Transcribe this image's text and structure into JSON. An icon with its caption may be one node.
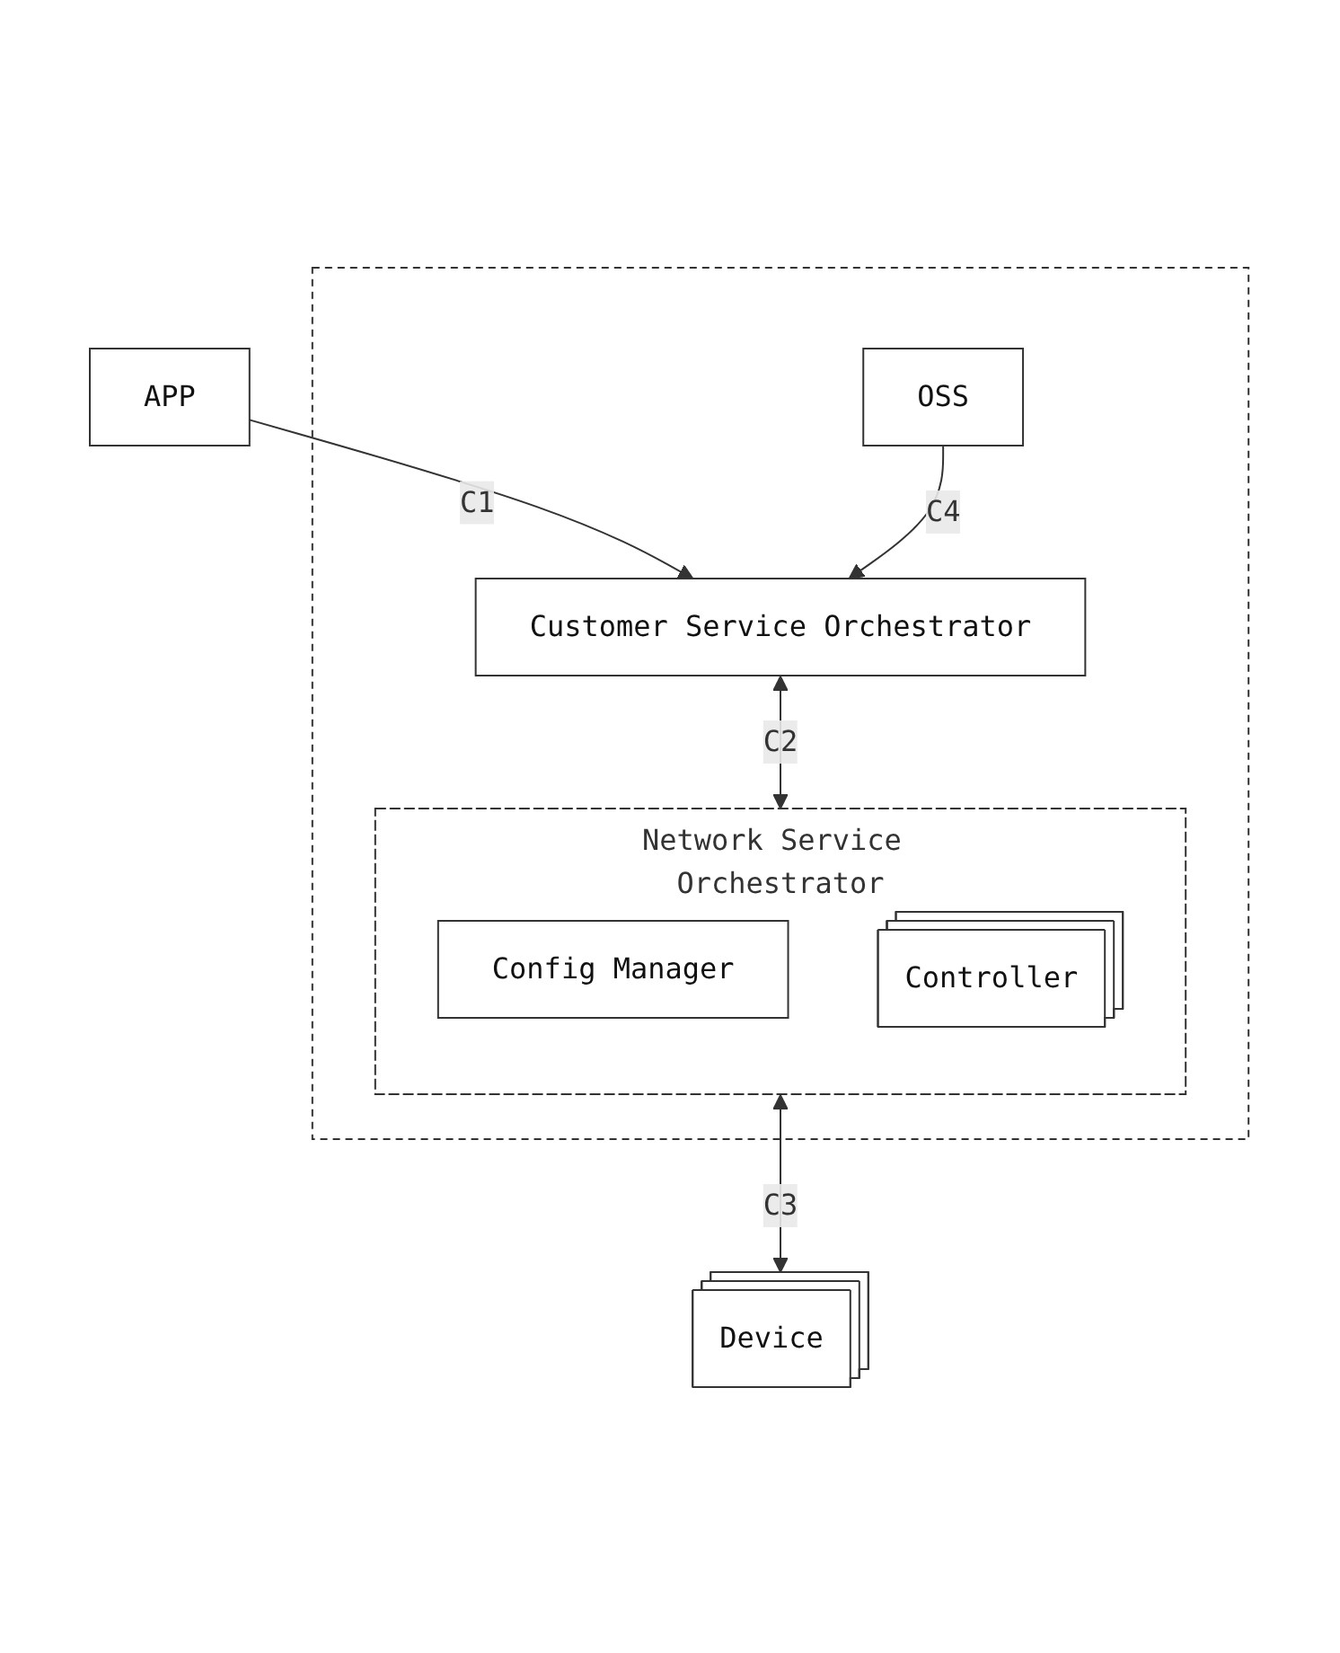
{
  "diagram": {
    "nodes": [
      {
        "text": [
          "APP"
        ]
      },
      {
        "text": [],
        "shape": "box"
      },
      {
        "text": [
          "Customer Service Orchestrator"
        ],
        "in": 1
      },
      {
        "text": [
          "OSS"
        ],
        "in": 1
      },
      {
        "text": [
          "Network Service Orchestrator"
        ],
        "in": 1
      },
      {
        "text": [
          "Config Manager"
        ],
        "in": 4
      },
      {
        "text": [
          "Controller"
        ],
        "in": 4
      },
      {
        "text": [
          "Device"
        ]
      }
    ],
    "edges": [
      {
        "from": 0,
        "to": 2,
        "arrow": "to",
        "label": "C1"
      },
      {
        "from": 3,
        "to": 2,
        "arrow": "to",
        "label": "C4"
      },
      {
        "from": 2,
        "to": 4,
        "arrow": "both",
        "label": "C2"
      },
      {
        "from": 4,
        "to": 7,
        "arrow": "both",
        "label": "C3"
      }
    ]
  }
}
